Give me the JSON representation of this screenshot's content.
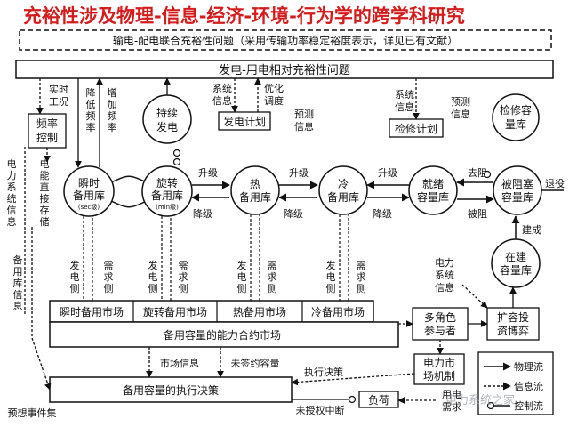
{
  "title": "充裕性涉及物理-信息-经济-环境-行为学的跨学科研究",
  "top_box": "输电-配电联合充裕性问题（采用传输功率稳定裕度表示，详见已有文献）",
  "gen_load_box": "发电-用电相对充裕性问题",
  "freq_control": [
    "频率",
    "控制"
  ],
  "realtime": [
    "实时",
    "工况"
  ],
  "reduce_freq": [
    "降",
    "低",
    "频",
    "率"
  ],
  "increase_freq": [
    "增",
    "加",
    "频",
    "率"
  ],
  "continuous_gen": [
    "持续",
    "发电"
  ],
  "system_info_1": [
    "系统",
    "信息"
  ],
  "optimize": [
    "优化",
    "调度"
  ],
  "gen_plan": "发电计划",
  "forecast_info_1": [
    "预测",
    "信息"
  ],
  "system_info_2": [
    "系统",
    "信息"
  ],
  "forecast_info_2": [
    "预测",
    "信息"
  ],
  "maint_plan": "检修计划",
  "maint_store": [
    "检修容",
    "量库"
  ],
  "power_sys_info_left": [
    "电",
    "力",
    "系",
    "统",
    "信",
    "息"
  ],
  "direct_store": [
    "电",
    "能",
    "直",
    "接",
    "存",
    "储"
  ],
  "instant_reserve": [
    "瞬时",
    "备用库",
    "(sec级)"
  ],
  "spinning_reserve": [
    "旋转",
    "备用库",
    "(min级)"
  ],
  "hot_reserve": [
    "热",
    "备用库"
  ],
  "cold_reserve": [
    "冷",
    "备用库"
  ],
  "ready_store": [
    "就绪",
    "容量库"
  ],
  "blocked_store": [
    "被阻塞",
    "容量库"
  ],
  "under_construction": [
    "在建",
    "容量库"
  ],
  "upgrade": "升级",
  "downgrade": "降级",
  "remove_block": "去阻",
  "blocked": "被阻",
  "retire": "退役",
  "build": "建成",
  "reserve_info": [
    "备",
    "用",
    "库",
    "信",
    "息"
  ],
  "gen_side": [
    "发",
    "电",
    "侧"
  ],
  "demand_side": [
    "需",
    "求",
    "侧"
  ],
  "markets": [
    "瞬时备用市场",
    "旋转备用市场",
    "热备用市场",
    "冷备用市场"
  ],
  "capacity_market": "备用容量的能力合约市场",
  "power_sys_info_right": [
    "电力",
    "系统",
    "信息"
  ],
  "multi_role": [
    "多角色",
    "参与者"
  ],
  "expansion_game": [
    "扩容投",
    "资博弈"
  ],
  "market_mech": [
    "电力市",
    "场机制"
  ],
  "market_info": "市场信息",
  "unsigned_capacity": "未签约容量",
  "exec_decision_label": "执行决策",
  "exec_box": "备用容量的执行决策",
  "load": "负荷",
  "unauthorized_cut": "未授权中断",
  "elec_demand": [
    "用电",
    "需求"
  ],
  "expected_events": "预想事件集",
  "legend": {
    "physical": "物理流",
    "info": "信息流",
    "control": "控制流"
  },
  "watermark": "电力系统之家",
  "colors": {
    "title": "#d41c1c",
    "stroke": "#111111"
  }
}
